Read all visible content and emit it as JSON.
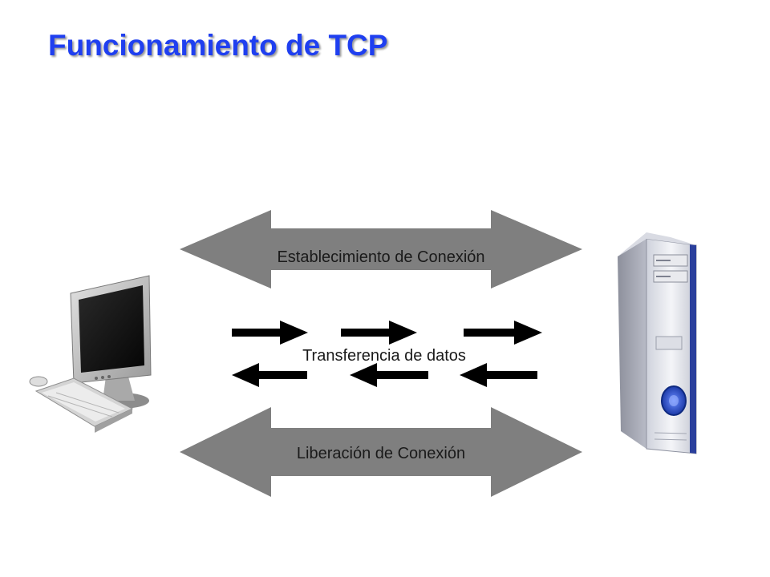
{
  "slide": {
    "title": "Funcionamiento de TCP"
  },
  "diagram": {
    "phases": {
      "establish": "Establecimiento de Conexión",
      "transfer": "Transferencia de datos",
      "release": "Liberación de Conexión"
    },
    "client_icon": "desktop-computer-icon",
    "server_icon": "tower-server-icon",
    "colors": {
      "title": "#1f3ff0",
      "phase_arrow": "#7f7f7f",
      "data_arrow": "#000000"
    }
  }
}
